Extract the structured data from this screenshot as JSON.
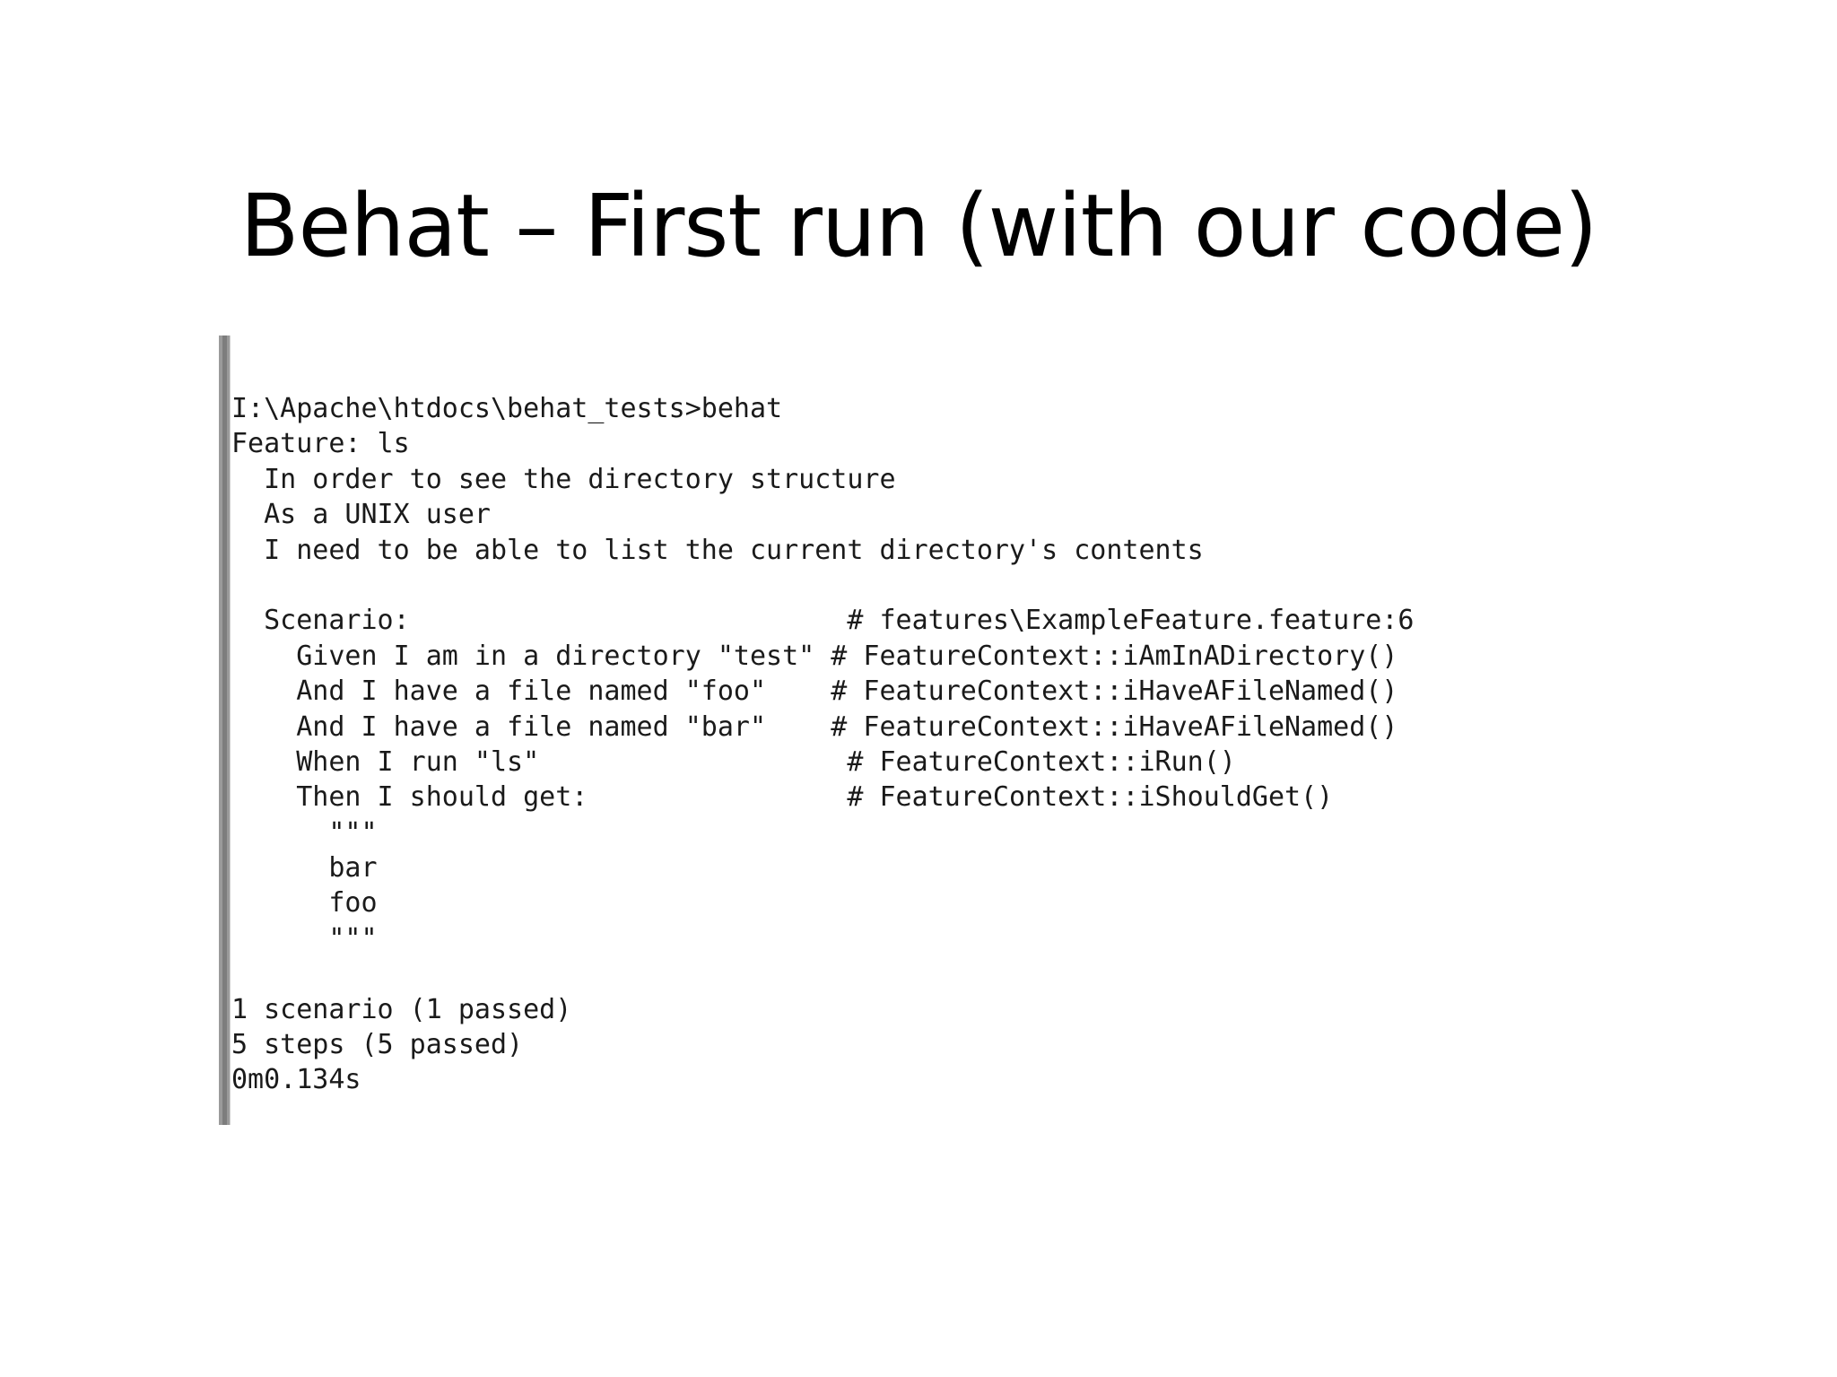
{
  "slide": {
    "title": "Behat – First run (with our code)"
  },
  "console": {
    "lines": [
      "I:\\Apache\\htdocs\\behat_tests>behat",
      "Feature: ls",
      "  In order to see the directory structure",
      "  As a UNIX user",
      "  I need to be able to list the current directory's contents",
      "",
      "  Scenario:                           # features\\ExampleFeature.feature:6",
      "    Given I am in a directory \"test\" # FeatureContext::iAmInADirectory()",
      "    And I have a file named \"foo\"    # FeatureContext::iHaveAFileNamed()",
      "    And I have a file named \"bar\"    # FeatureContext::iHaveAFileNamed()",
      "    When I run \"ls\"                   # FeatureContext::iRun()",
      "    Then I should get:                # FeatureContext::iShouldGet()",
      "      \"\"\"",
      "      bar",
      "      foo",
      "      \"\"\"",
      "",
      "1 scenario (1 passed)",
      "5 steps (5 passed)",
      "0m0.134s"
    ]
  }
}
